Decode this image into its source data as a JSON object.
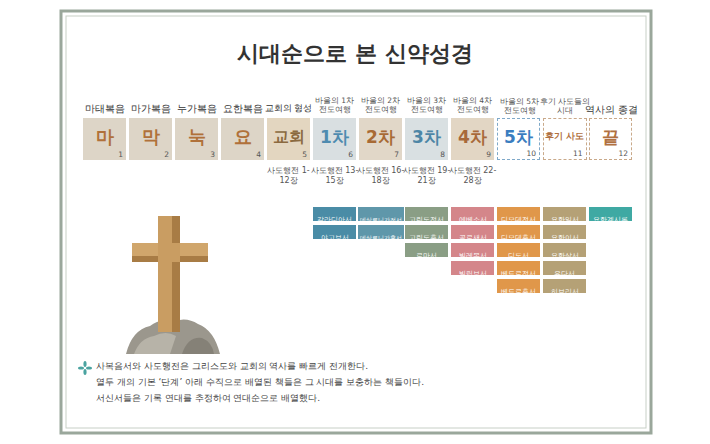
{
  "diagram": {
    "title": "시대순으로 본 신약성경",
    "nodes": [
      {
        "text": [
          "마태복음",
          "마",
          "1"
        ]
      },
      {
        "text": [
          "마가복음",
          "막",
          "2"
        ]
      },
      {
        "text": [
          "누가복음",
          "눅",
          "3"
        ]
      },
      {
        "text": [
          "요한복음",
          "요",
          "4"
        ]
      },
      {
        "text": [
          "교회의 형성",
          "교회",
          "5"
        ]
      },
      {
        "text": [
          "바울의 1차 전도여행",
          "1차",
          "6"
        ]
      },
      {
        "text": [
          "바울의 2차 전도여행",
          "2차",
          "7"
        ]
      },
      {
        "text": [
          "바울의 3차 전도여행",
          "3차",
          "8"
        ]
      },
      {
        "text": [
          "바울의 4차 전도여행",
          "4차",
          "9"
        ]
      },
      {
        "text": [
          "바울의 5차 전도여행",
          "5차",
          "10"
        ]
      },
      {
        "text": [
          "후기 사도들의 시대",
          "후기 사도",
          "11"
        ]
      },
      {
        "text": [
          "역사의 종결",
          "끝",
          "12"
        ]
      },
      {
        "text": [
          "갈라디아서"
        ]
      },
      {
        "text": [
          "야고보서"
        ]
      },
      {
        "text": [
          "데살로니가전서"
        ]
      },
      {
        "text": [
          "데살로니가후서"
        ]
      },
      {
        "text": [
          "고린도전서"
        ]
      },
      {
        "text": [
          "고린도후서"
        ]
      },
      {
        "text": [
          "로마서"
        ]
      },
      {
        "text": [
          "에베소서"
        ]
      },
      {
        "text": [
          "골로새서"
        ]
      },
      {
        "text": [
          "빌레몬서"
        ]
      },
      {
        "text": [
          "빌립보서"
        ]
      },
      {
        "text": [
          "디모데전서"
        ]
      },
      {
        "text": [
          "디모데후서"
        ]
      },
      {
        "text": [
          "디도서"
        ]
      },
      {
        "text": [
          "베드로전서"
        ]
      },
      {
        "text": [
          "베드로후서"
        ]
      },
      {
        "text": [
          "요한일서"
        ]
      },
      {
        "text": [
          "요한이서"
        ]
      },
      {
        "text": [
          "요한삼서"
        ]
      },
      {
        "text": [
          "유다서"
        ]
      },
      {
        "text": [
          "히브리서"
        ]
      },
      {
        "text": [
          "요한계시록"
        ]
      }
    ],
    "labels": [
      "사도행전 1-12장",
      "사도행전 13-15장",
      "사도행전 16-18장",
      "사도행전 19-21장",
      "사도행전 22-28장",
      "사복음서와 사도행전은 그리스도와 교회의 역사를 빠르게 전개한다.",
      "열두 개의 기본 ‘단계’ 아래 수직으로 배열된 책들은 그 시대를 보충하는 책들이다.",
      "서신서들은 기록 연대를 추정하여 연대순으로 배열했다."
    ]
  }
}
